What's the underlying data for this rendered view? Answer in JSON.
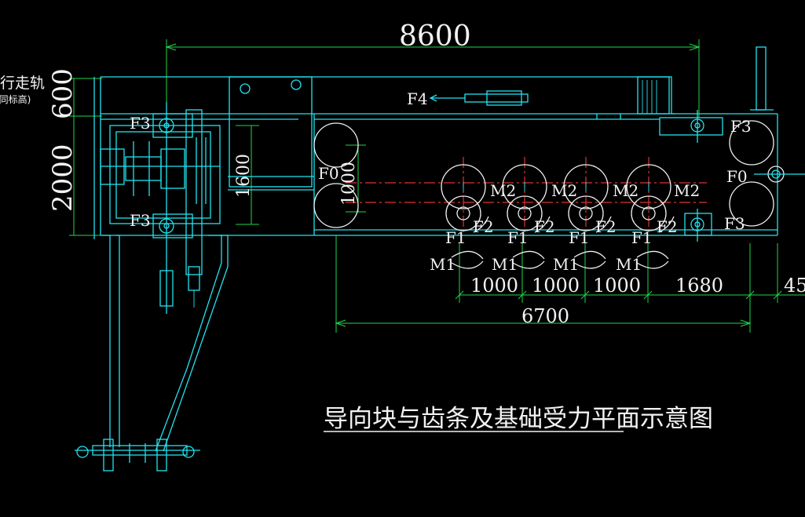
{
  "title": "导向块与齿条及基础受力平面示意图",
  "left_note": {
    "line1": "行走轨",
    "line2": "(同标高)"
  },
  "dimensions": {
    "top_total": "8600",
    "left_600": "600",
    "left_2000": "2000",
    "inner_1600": "1600",
    "inner_1000": "1000",
    "bottom_total": "6700",
    "spacing": [
      "1000",
      "1000",
      "1000",
      "1680",
      "45"
    ]
  },
  "labels": {
    "F0": "F0",
    "F1": "F1",
    "F2": "F2",
    "F3": "F3",
    "F4": "F4",
    "M1": "M1",
    "M2": "M2"
  },
  "colors": {
    "background": "#000000",
    "outline": "#22e3f0",
    "dimension": "#21d64a",
    "centerline": "#e03232",
    "text": "#f2f2f2"
  }
}
